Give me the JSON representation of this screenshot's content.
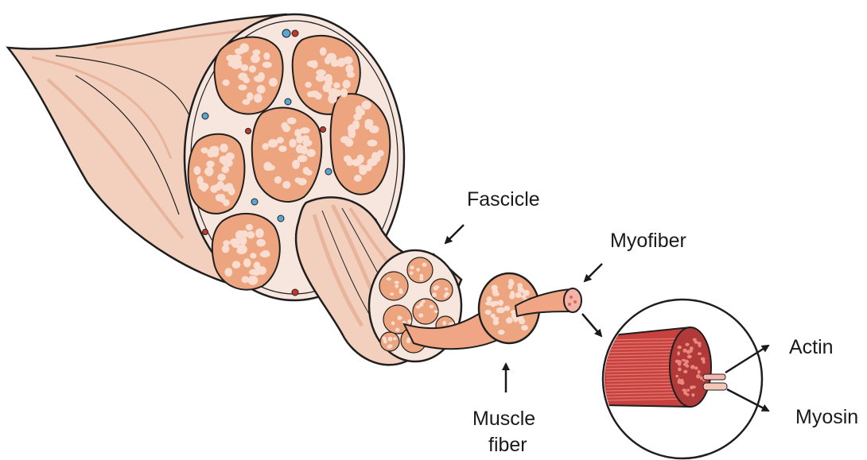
{
  "labels": {
    "fascicle": "Fascicle",
    "myofiber": "Myofiber",
    "muscle_fiber_line1": "Muscle",
    "muscle_fiber_line2": "fiber",
    "actin": "Actin",
    "myosin": "Myosin"
  },
  "colors": {
    "background": "#ffffff",
    "outline": "#1f1f1f",
    "tendon_fill": "#f3d0bd",
    "tendon_shade": "#e8b59c",
    "epimysium_fill": "#f7e6de",
    "fascicle_fill": "#eda57f",
    "fiber_fill": "#f9ddd0",
    "vessel_blue": "#5aa7d6",
    "vessel_red": "#c0392b",
    "myofibril_red": "#c8413f",
    "myofibril_dark": "#a82c2c",
    "filament_pink": "#f4b8b0"
  }
}
